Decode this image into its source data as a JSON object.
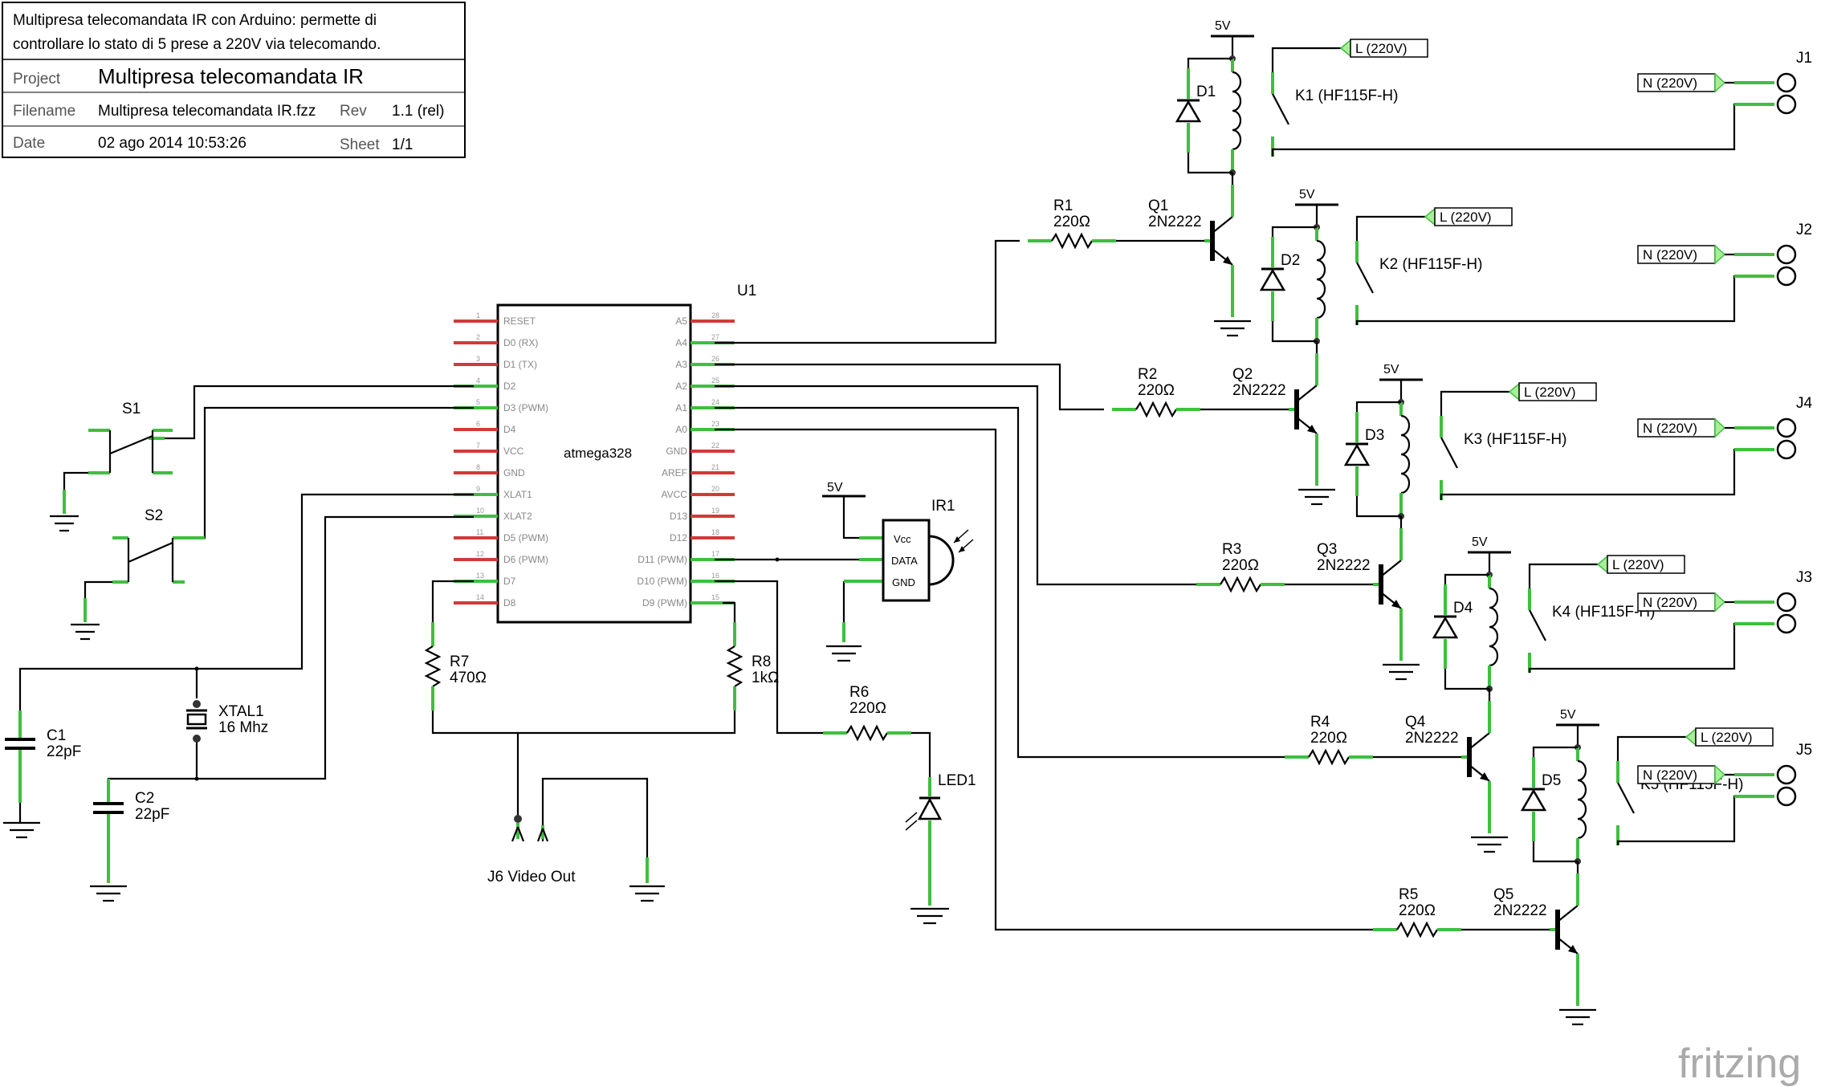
{
  "title_block": {
    "description_line1": "Multipresa telecomandata IR con Arduino: permette di",
    "description_line2": "controllare lo stato di 5 prese a 220V via telecomando.",
    "project_label": "Project",
    "project_value": "Multipresa telecomandata IR",
    "filename_label": "Filename",
    "filename_value": "Multipresa telecomandata IR.fzz",
    "rev_label": "Rev",
    "rev_value": "1.1 (rel)",
    "date_label": "Date",
    "date_value": "02 ago 2014 10:53:26",
    "sheet_label": "Sheet",
    "sheet_value": "1/1"
  },
  "mcu": {
    "ref": "U1",
    "name": "atmega328",
    "left_pins": [
      {
        "num": "1",
        "name": "RESET"
      },
      {
        "num": "2",
        "name": "D0 (RX)"
      },
      {
        "num": "3",
        "name": "D1 (TX)"
      },
      {
        "num": "4",
        "name": "D2"
      },
      {
        "num": "5",
        "name": "D3 (PWM)"
      },
      {
        "num": "6",
        "name": "D4"
      },
      {
        "num": "7",
        "name": "VCC"
      },
      {
        "num": "8",
        "name": "GND"
      },
      {
        "num": "9",
        "name": "XLAT1"
      },
      {
        "num": "10",
        "name": "XLAT2"
      },
      {
        "num": "11",
        "name": "D5 (PWM)"
      },
      {
        "num": "12",
        "name": "D6 (PWM)"
      },
      {
        "num": "13",
        "name": "D7"
      },
      {
        "num": "14",
        "name": "D8"
      }
    ],
    "right_pins": [
      {
        "num": "28",
        "name": "A5"
      },
      {
        "num": "27",
        "name": "A4"
      },
      {
        "num": "26",
        "name": "A3"
      },
      {
        "num": "25",
        "name": "A2"
      },
      {
        "num": "24",
        "name": "A1"
      },
      {
        "num": "23",
        "name": "A0"
      },
      {
        "num": "22",
        "name": "GND"
      },
      {
        "num": "21",
        "name": "AREF"
      },
      {
        "num": "20",
        "name": "AVCC"
      },
      {
        "num": "19",
        "name": "D13"
      },
      {
        "num": "18",
        "name": "D12"
      },
      {
        "num": "17",
        "name": "D11 (PWM)"
      },
      {
        "num": "16",
        "name": "D10 (PWM)"
      },
      {
        "num": "15",
        "name": "D9 (PWM)"
      }
    ]
  },
  "components": {
    "s1": "S1",
    "s2": "S2",
    "c1": "C1",
    "c1_val": "22pF",
    "c2": "C2",
    "c2_val": "22pF",
    "xtal": "XTAL1",
    "xtal_val": "16 Mhz",
    "r7": "R7",
    "r7_val": "470Ω",
    "r8": "R8",
    "r8_val": "1kΩ",
    "r6": "R6",
    "r6_val": "220Ω",
    "led": "LED1",
    "ir": "IR1",
    "ir_vcc": "Vcc",
    "ir_data": "DATA",
    "ir_gnd": "GND",
    "ir_supply": "5V",
    "video": "J6 Video Out"
  },
  "channels": [
    {
      "r": "R1",
      "r_val": "220Ω",
      "q": "Q1",
      "q_val": "2N2222",
      "d": "D1",
      "k": "K1 (HF115F-H)",
      "j": "J1",
      "vcc": "5V",
      "line": "L (220V)",
      "neutral": "N (220V)"
    },
    {
      "r": "R2",
      "r_val": "220Ω",
      "q": "Q2",
      "q_val": "2N2222",
      "d": "D2",
      "k": "K2 (HF115F-H)",
      "j": "J2",
      "vcc": "5V",
      "line": "L (220V)",
      "neutral": "N (220V)"
    },
    {
      "r": "R3",
      "r_val": "220Ω",
      "q": "Q3",
      "q_val": "2N2222",
      "d": "D3",
      "k": "K3 (HF115F-H)",
      "j": "J4",
      "vcc": "5V",
      "line": "L (220V)",
      "neutral": "N (220V)"
    },
    {
      "r": "R4",
      "r_val": "220Ω",
      "q": "Q4",
      "q_val": "2N2222",
      "d": "D4",
      "k": "K4 (HF115F-H)",
      "j": "J3",
      "vcc": "5V",
      "line": "L (220V)",
      "neutral": "N (220V)"
    },
    {
      "r": "R5",
      "r_val": "220Ω",
      "q": "Q5",
      "q_val": "2N2222",
      "d": "D5",
      "k": "K5 (HF115F-H)",
      "j": "J5",
      "vcc": "5V",
      "line": "L (220V)",
      "neutral": "N (220V)"
    }
  ],
  "watermark": "fritzing"
}
